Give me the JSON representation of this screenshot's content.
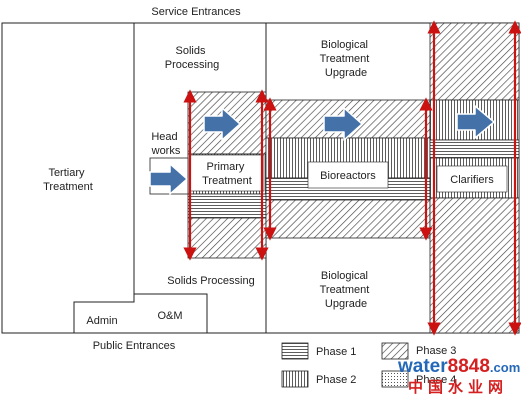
{
  "labels": {
    "service_entrances": "Service Entrances",
    "public_entrances": "Public Entrances",
    "tertiary_treatment": [
      "Tertiary",
      "Treatment"
    ],
    "solids_processing_top": [
      "Solids",
      "Processing"
    ],
    "solids_processing_bottom": "Solids Processing",
    "headworks": [
      "Head",
      "works"
    ],
    "primary_treatment": [
      "Primary",
      "Treatment"
    ],
    "bio_upgrade_top": [
      "Biological",
      "Treatment",
      "Upgrade"
    ],
    "bio_upgrade_bottom": [
      "Biological",
      "Treatment",
      "Upgrade"
    ],
    "bioreactors": "Bioreactors",
    "clarifiers": "Clarifiers",
    "admin": "Admin",
    "om": "O&M"
  },
  "legend": {
    "phase1": "Phase 1",
    "phase2": "Phase 2",
    "phase3": "Phase 3",
    "phase4": "Phase 4"
  },
  "watermark": {
    "brand_a": "water",
    "brand_b": "8848",
    "brand_c": ".com",
    "chinese": "中国水业网"
  },
  "colors": {
    "flow_arrow": "#4472a8",
    "phase_marker": "#cc1111",
    "outline": "#222222",
    "watermark_blue": "#2468b8",
    "watermark_red": "#d42020"
  }
}
